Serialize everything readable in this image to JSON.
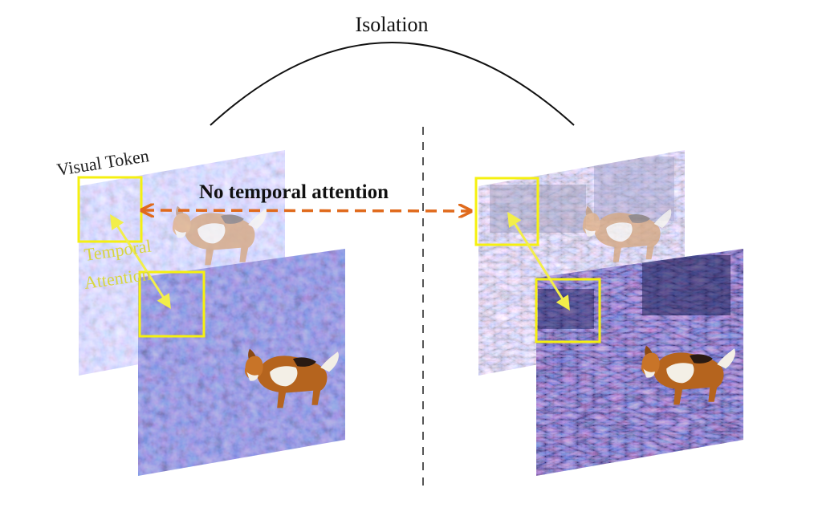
{
  "title": "Isolation",
  "left_group": {
    "visual_token_label": "Visual Token",
    "temporal_label_line1": "Temporal",
    "temporal_label_line2": "Attention"
  },
  "center": {
    "no_attention_label": "No temporal attention"
  },
  "colors": {
    "highlight_box": "#f5f010",
    "temporal_arrow": "#f2ee4a",
    "no_attention_arrow": "#e06a1c",
    "divider": "#555555",
    "noise_blue": "#5a62b8",
    "dog_body": "#b5641e"
  },
  "icons": {
    "dog": "corgi-dog-image"
  }
}
